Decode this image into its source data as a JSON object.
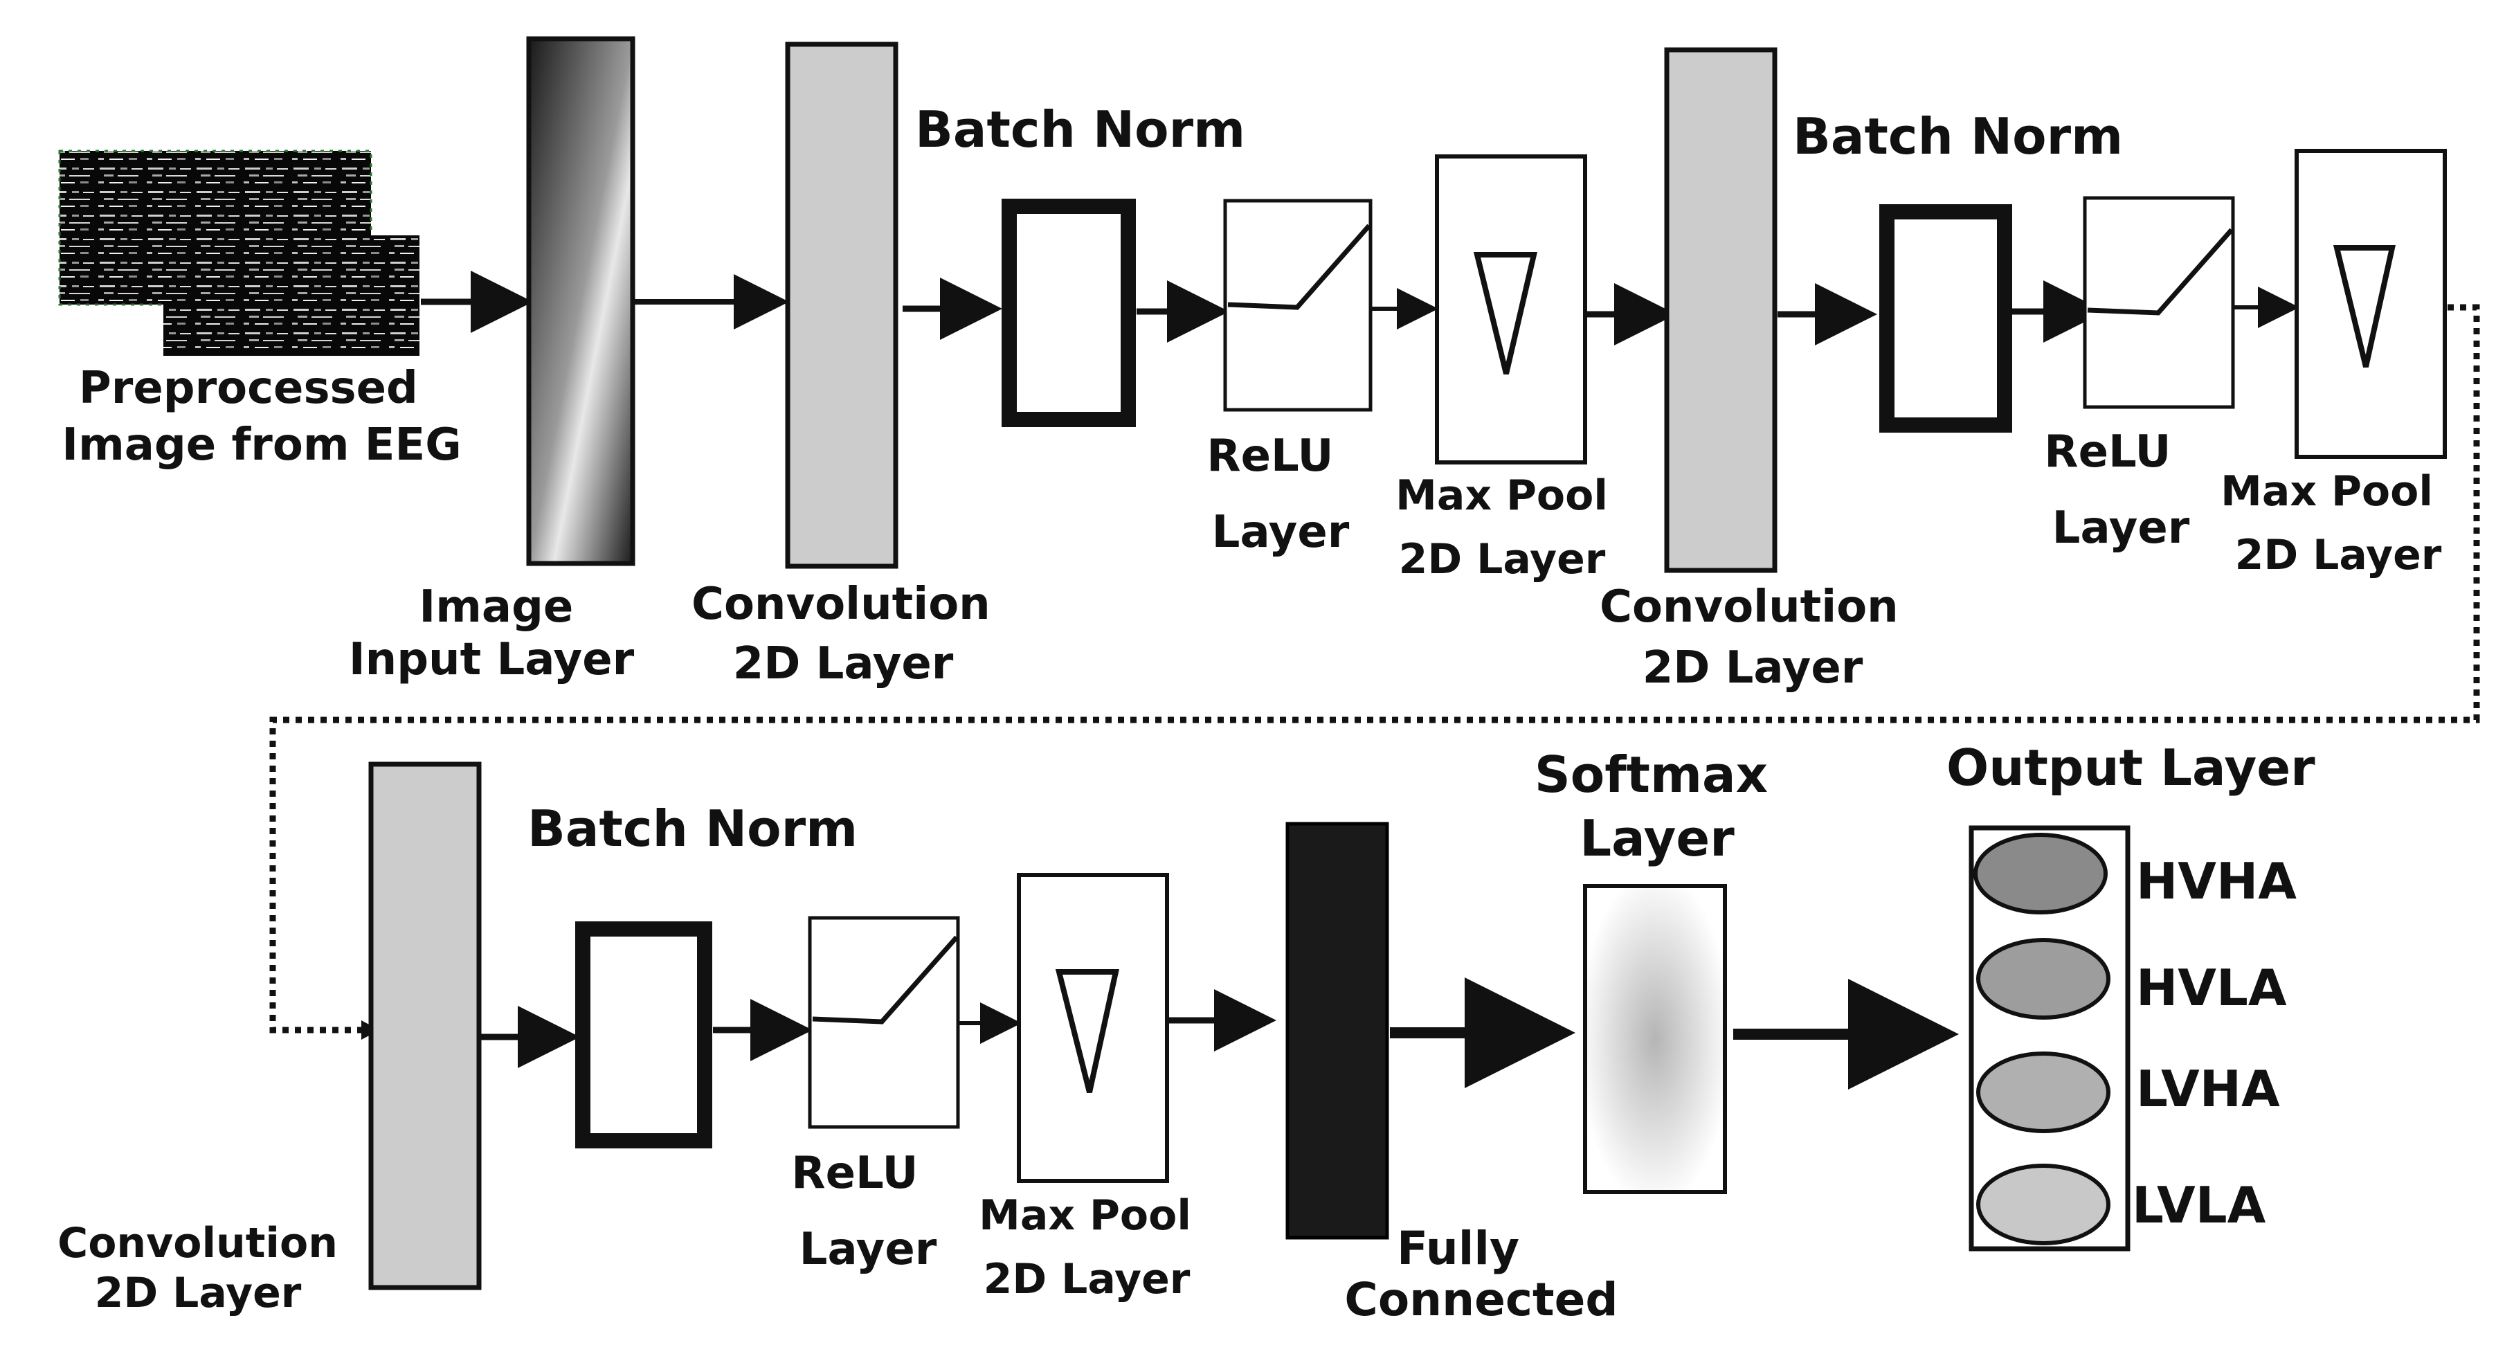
{
  "labels": {
    "input_image": [
      "Preprocessed",
      "Image from EEG"
    ],
    "image_input_layer": [
      "Image",
      "Input Layer"
    ],
    "conv1": [
      "Convolution",
      "2D Layer"
    ],
    "batch_norm_1": "Batch Norm",
    "relu1": [
      "ReLU",
      "Layer"
    ],
    "maxpool1": [
      "Max Pool",
      "2D Layer"
    ],
    "conv2": [
      "Convolution",
      "2D Layer"
    ],
    "batch_norm_2": "Batch Norm",
    "relu2": [
      "ReLU",
      "Layer"
    ],
    "maxpool2": [
      "Max Pool",
      "2D Layer"
    ],
    "conv3": [
      "Convolution",
      "2D Layer"
    ],
    "batch_norm_3": "Batch Norm",
    "relu3": [
      "ReLU",
      "Layer"
    ],
    "maxpool3": [
      "Max Pool",
      "2D Layer"
    ],
    "fully_connected": [
      "Fully",
      "Connected"
    ],
    "softmax": [
      "Softmax",
      "Layer"
    ],
    "output_layer": "Output Layer"
  },
  "outputs": [
    {
      "label": "HVHA",
      "color": "#8a8a8a"
    },
    {
      "label": "HVLA",
      "color": "#9d9d9d"
    },
    {
      "label": "LVHA",
      "color": "#b0b0b0"
    },
    {
      "label": "LVLA",
      "color": "#c8c8c8"
    }
  ],
  "colors": {
    "conv_fill": "#cccccc",
    "fully_connected_fill": "#1a1a1a",
    "stroke": "#111111"
  }
}
